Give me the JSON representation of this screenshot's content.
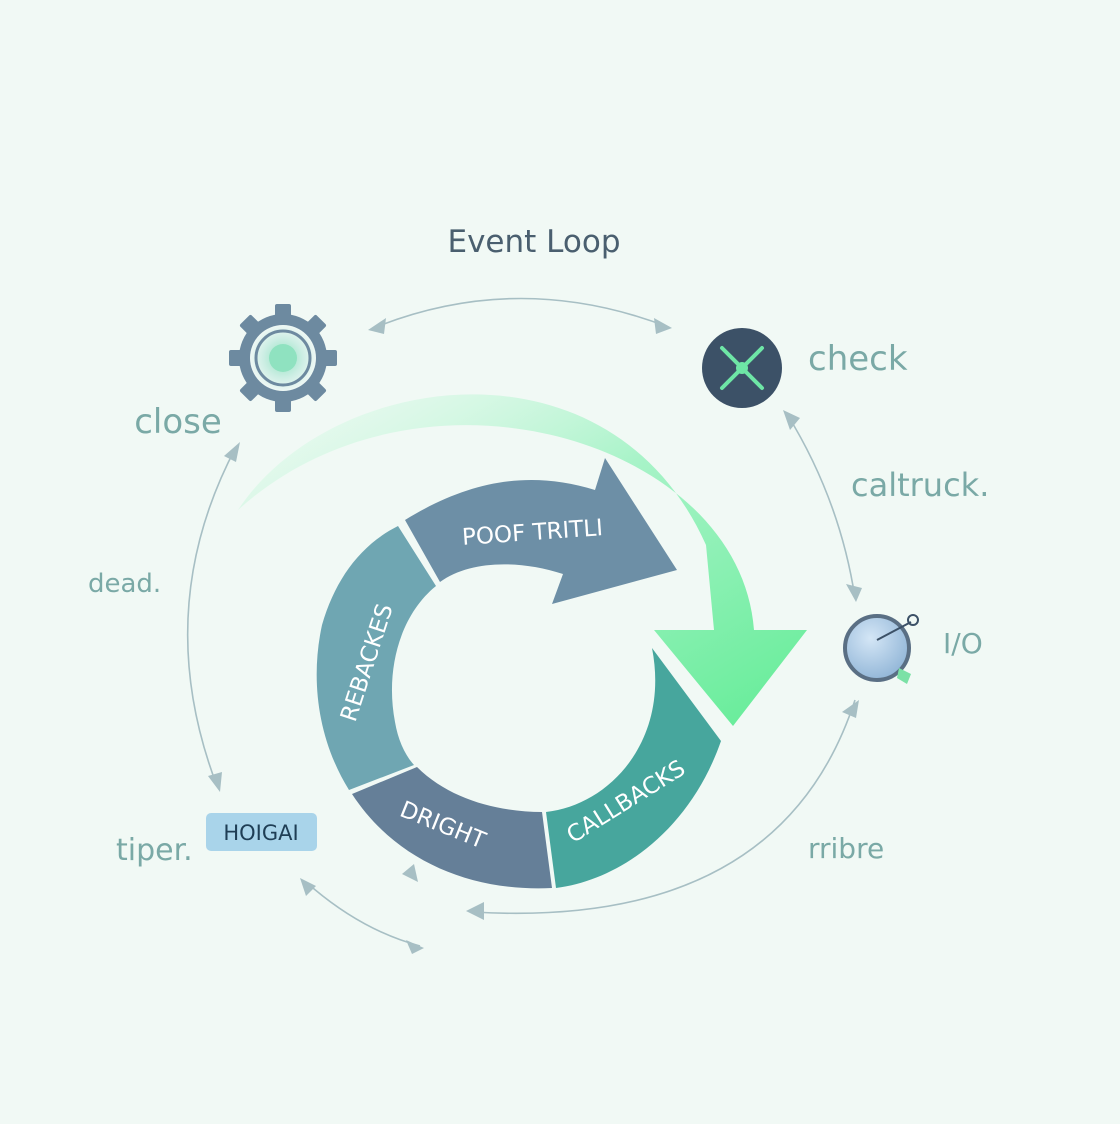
{
  "title": "Event Loop",
  "phases": {
    "poll": "POOF TRITLI",
    "pending": "REBACKES",
    "timers": "DRIGHT",
    "callbacks": "CALLBACKS"
  },
  "outer_labels": {
    "close": "close",
    "check": "check",
    "callback": "caltruck.",
    "io": "I/O",
    "dead": "dead.",
    "timer": "tiper.",
    "badge": "HOIGAI",
    "rribre": "rribre"
  },
  "icons": {
    "close": "gear-icon",
    "check": "cross-sparkle-icon",
    "io": "clock-dial-icon"
  },
  "colors": {
    "background": "#f1f9f5",
    "title": "#4a5f6f",
    "label": "#7aa9a6",
    "phase_light": "#6fa6b2",
    "phase_slate": "#6d8fa6",
    "phase_dark": "#657f98",
    "phase_teal": "#47a69d",
    "green_arrow": "#6fef9d",
    "badge_bg": "#a9d4ea",
    "badge_text": "#1f3e55"
  }
}
